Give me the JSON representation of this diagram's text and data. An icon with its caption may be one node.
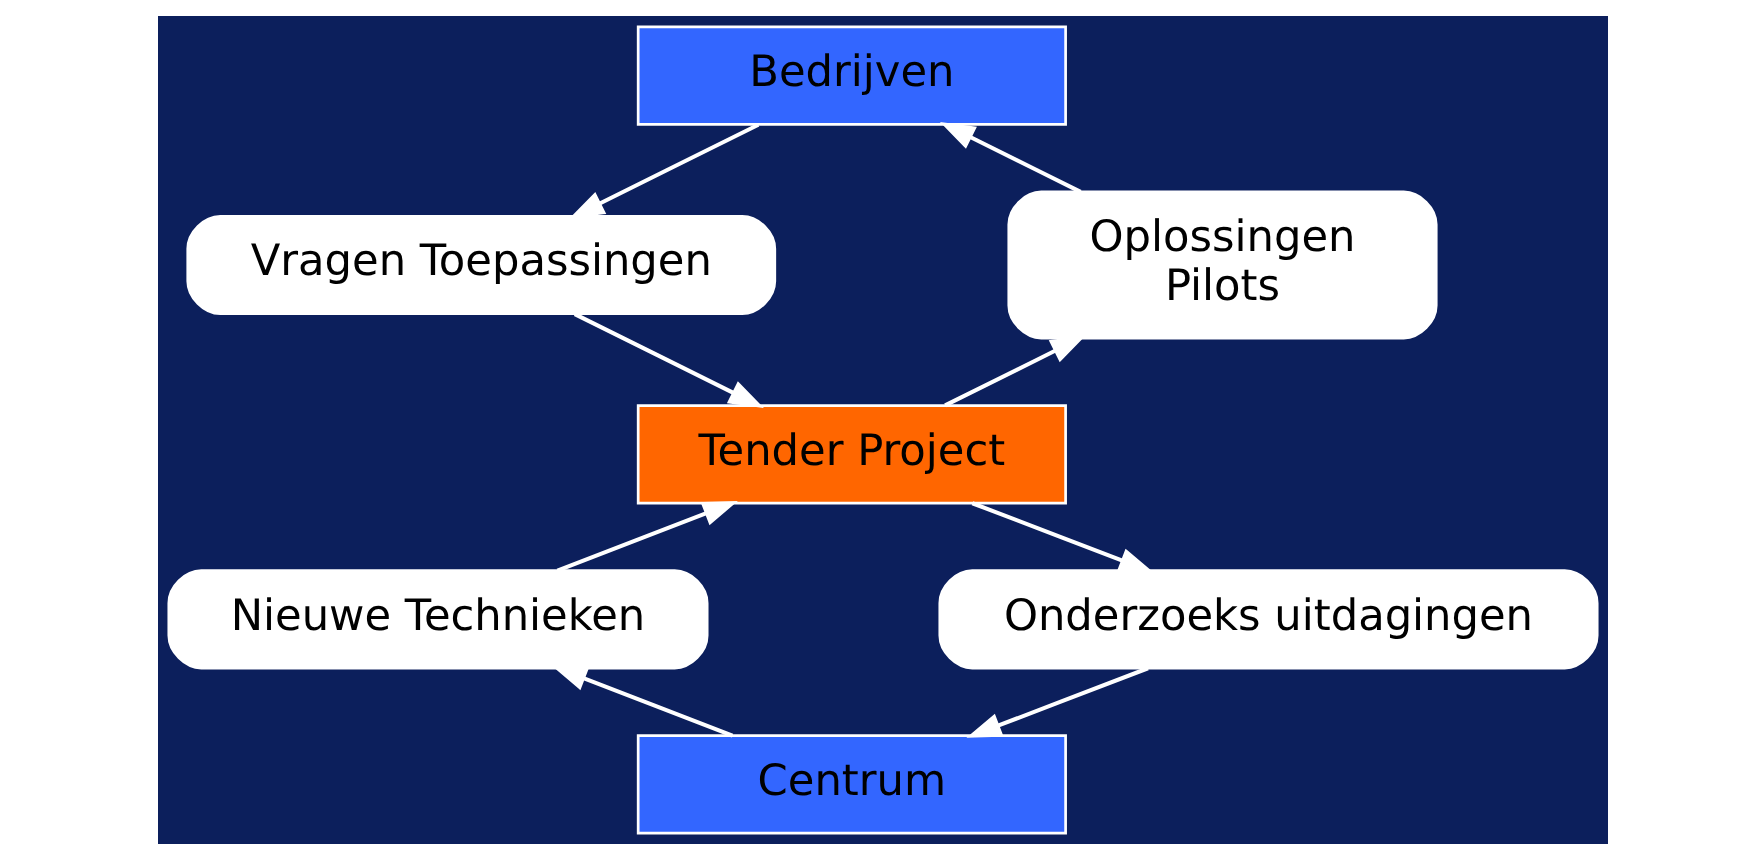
{
  "diagram": {
    "nodes": [
      {
        "text": [
          "Bedrijven"
        ]
      },
      {
        "text": [
          "Vragen Toepassingen"
        ]
      },
      {
        "text": [
          "Oplossingen",
          "Pilots"
        ]
      },
      {
        "text": [
          "Tender Project"
        ]
      },
      {
        "text": [
          "Nieuwe Technieken"
        ]
      },
      {
        "text": [
          "Onderzoeks uitdagingen"
        ]
      },
      {
        "text": [
          "Centrum"
        ]
      }
    ],
    "edges": [
      {
        "from": 0,
        "to": 1,
        "arrow": "to"
      },
      {
        "from": 2,
        "to": 0,
        "arrow": "to"
      },
      {
        "from": 1,
        "to": 3,
        "arrow": "to"
      },
      {
        "from": 3,
        "to": 2,
        "arrow": "to"
      },
      {
        "from": 3,
        "to": 5,
        "arrow": "to"
      },
      {
        "from": 5,
        "to": 6,
        "arrow": "to"
      },
      {
        "from": 6,
        "to": 4,
        "arrow": "to"
      },
      {
        "from": 4,
        "to": 3,
        "arrow": "to"
      }
    ]
  }
}
